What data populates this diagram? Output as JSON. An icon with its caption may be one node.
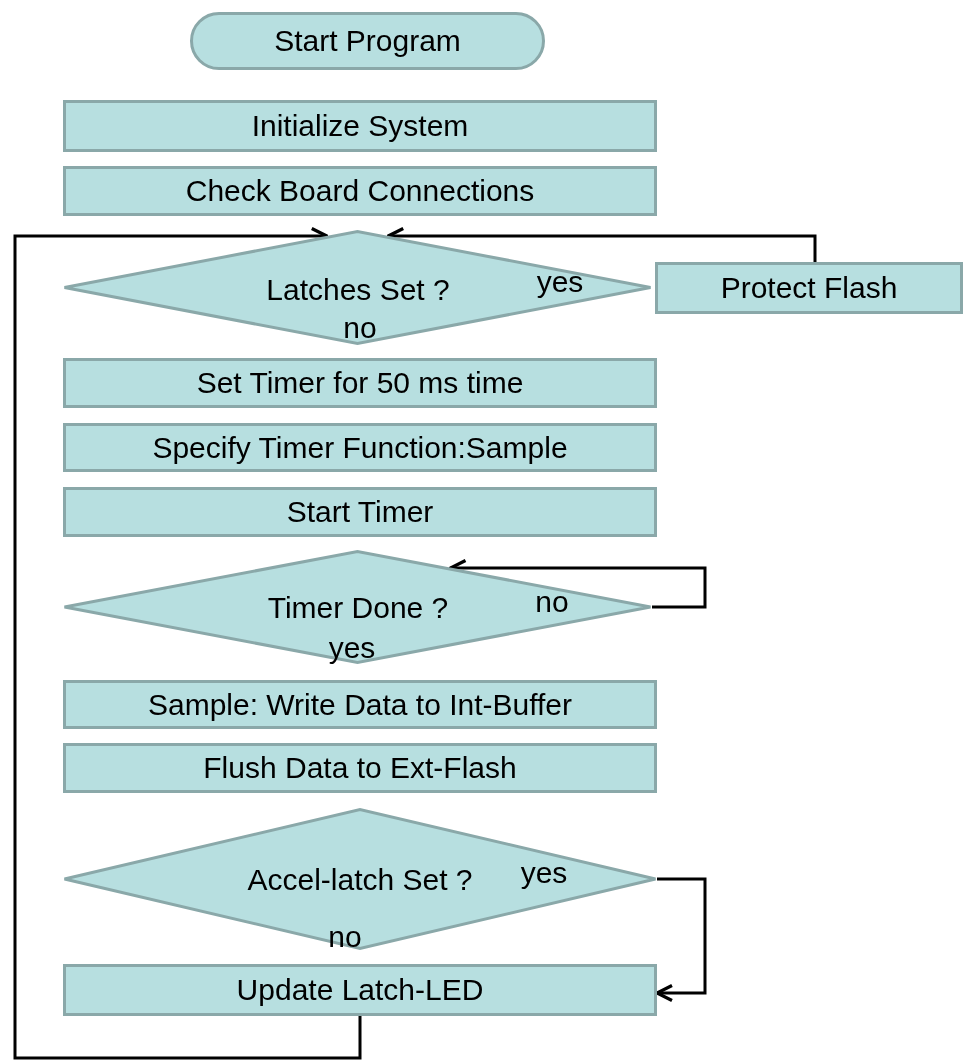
{
  "diagram": {
    "nodes": [
      {
        "text": [
          "Start Program"
        ]
      },
      {
        "text": [
          "Initialize System"
        ]
      },
      {
        "text": [
          "Check Board Connections"
        ]
      },
      {
        "text": [
          "Latches Set ?",
          "yes",
          "no"
        ]
      },
      {
        "text": [
          "Protect Flash"
        ]
      },
      {
        "text": [
          "Set Timer for 50 ms time"
        ]
      },
      {
        "text": [
          "Specify Timer Function:Sample"
        ]
      },
      {
        "text": [
          "Start Timer"
        ]
      },
      {
        "text": [
          "Timer Done ?",
          "no",
          "yes"
        ]
      },
      {
        "text": [
          "Sample: Write Data to Int-Buffer"
        ]
      },
      {
        "text": [
          "Flush Data to Ext-Flash"
        ]
      },
      {
        "text": [
          "Accel-latch Set ?",
          "yes",
          "no"
        ]
      },
      {
        "text": [
          "Update Latch-LED"
        ]
      }
    ],
    "edges": [
      {
        "from": 4,
        "to": 3,
        "arrow": "to"
      },
      {
        "from": 8,
        "to": 8,
        "arrow": "to"
      },
      {
        "from": 11,
        "to": 12,
        "arrow": "to"
      },
      {
        "from": 12,
        "to": 3,
        "arrow": "to"
      }
    ]
  }
}
